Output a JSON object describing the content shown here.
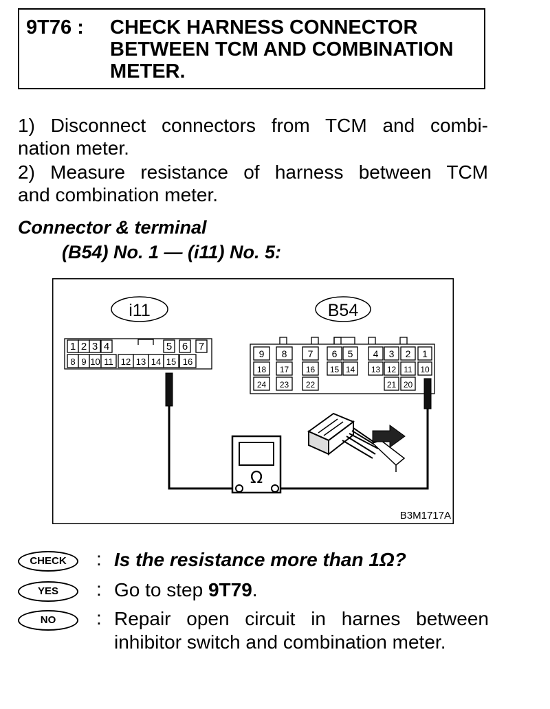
{
  "header": {
    "step_id": "9T76 :",
    "title_lines": [
      "CHECK HARNESS CONNECTOR",
      "BETWEEN TCM AND COMBINATION",
      "METER."
    ]
  },
  "instructions": [
    {
      "lines": [
        "1) Disconnect connectors from TCM and combi-",
        "nation meter."
      ]
    },
    {
      "lines": [
        "2) Measure resistance of harness between TCM",
        "and combination meter."
      ]
    }
  ],
  "connector_heading": "Connector & terminal",
  "connector_spec": "(B54) No. 1 — (i11) No. 5:",
  "diagram": {
    "i11_label": "i11",
    "b54_label": "B54",
    "i11_top": [
      "1",
      "2",
      "3",
      "4",
      "5",
      "6",
      "7"
    ],
    "i11_bottom": [
      "8",
      "9",
      "10",
      "11",
      "12",
      "13",
      "14",
      "15",
      "16"
    ],
    "b54_row1": [
      "9",
      "8",
      "7",
      "6",
      "5",
      "4",
      "3",
      "2",
      "1"
    ],
    "b54_row2": [
      "18",
      "17",
      "16",
      "15",
      "14",
      "13",
      "12",
      "11",
      "10"
    ],
    "b54_row3": [
      "24",
      "23",
      "22",
      "21",
      "20"
    ],
    "meter_symbol": "Ω",
    "figure_code": "B3M1717A"
  },
  "answers": {
    "check": {
      "badge": "CHECK",
      "colon": ":",
      "text": "Is the resistance more than 1Ω?"
    },
    "yes": {
      "badge": "YES",
      "colon": ":",
      "text_prefix": "Go to step ",
      "text_step": "9T79",
      "text_suffix": "."
    },
    "no": {
      "badge": "NO",
      "colon": ":",
      "lines": [
        "Repair open circuit in harnes between",
        "inhibitor switch and combination meter."
      ]
    }
  }
}
